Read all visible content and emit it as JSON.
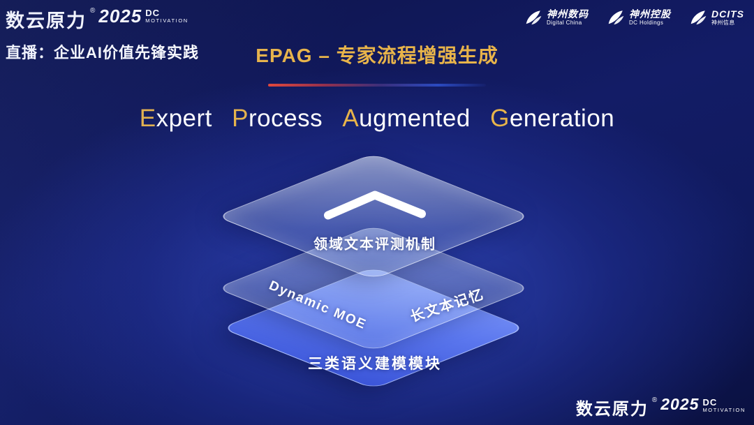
{
  "colors": {
    "gold": "#E8B44A",
    "background_inner": "#364EC8",
    "background_outer": "#0A1040",
    "bottom_layer_blue": "#5B77EE",
    "divider_red": "#E2473A",
    "divider_blue": "#2B4AC0"
  },
  "header": {
    "brand": {
      "cn": "数云原力",
      "reg": "®",
      "year": "2025",
      "dc": "DC",
      "motivation": "MOTIVATION"
    },
    "live_label": "直播：企业AI价值先锋实践",
    "partners": [
      {
        "cn": "神州数码",
        "en": "Digital China"
      },
      {
        "cn": "神州控股",
        "en": "DC Holdings"
      },
      {
        "cn": "DCITS",
        "en": "神州信息"
      }
    ]
  },
  "title": "EPAG – 专家流程增强生成",
  "subtitle": {
    "words": [
      {
        "initial": "E",
        "rest": "xpert"
      },
      {
        "initial": "P",
        "rest": "rocess"
      },
      {
        "initial": "A",
        "rest": "ugmented"
      },
      {
        "initial": "G",
        "rest": "eneration"
      }
    ]
  },
  "diagram": {
    "chevron_icon": "chevron-up",
    "top_layer_label": "领域文本评测机制",
    "middle_layer_left_label": "Dynamic MOE",
    "middle_layer_right_label": "长文本记忆",
    "bottom_layer_label": "三类语义建模模块"
  },
  "footer": {
    "brand": {
      "cn": "数云原力",
      "reg": "®",
      "year": "2025",
      "dc": "DC",
      "motivation": "MOTIVATION"
    }
  }
}
